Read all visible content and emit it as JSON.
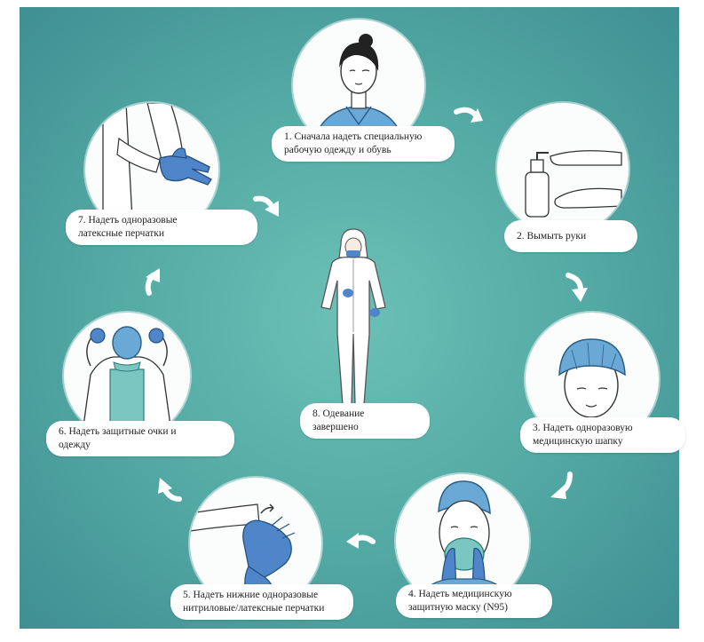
{
  "steps": [
    {
      "text": "1. Сначала надеть специальную\nрабочую одежду и обувь"
    },
    {
      "text": "2. Вымыть руки"
    },
    {
      "text": "3. Надеть одноразовую\nмедицинскую шапку"
    },
    {
      "text": "4. Надеть медицинскую\nзащитную маску (N95)"
    },
    {
      "text": "5. Надеть нижние одноразовые\nнитриловые/латексные перчатки"
    },
    {
      "text": "6. Надеть защитные очки и\nодежду"
    },
    {
      "text": "7. Надеть одноразовые\nлатексные перчатки"
    },
    {
      "text": "8. Одевание\nзавершено"
    }
  ],
  "colors": {
    "background_center": "#6cc0b6",
    "background_edge": "#3f8f93",
    "glove_blue": "#4f86c9",
    "scrub_blue": "#6aa9d6",
    "arrow_white": "#ffffff"
  },
  "icons": [
    "nurse-icon",
    "handwash-icon",
    "cap-icon",
    "mask-icon",
    "glove-icon",
    "gown-icon",
    "gloves-icon",
    "protective-suit-icon",
    "arrow-icon"
  ]
}
